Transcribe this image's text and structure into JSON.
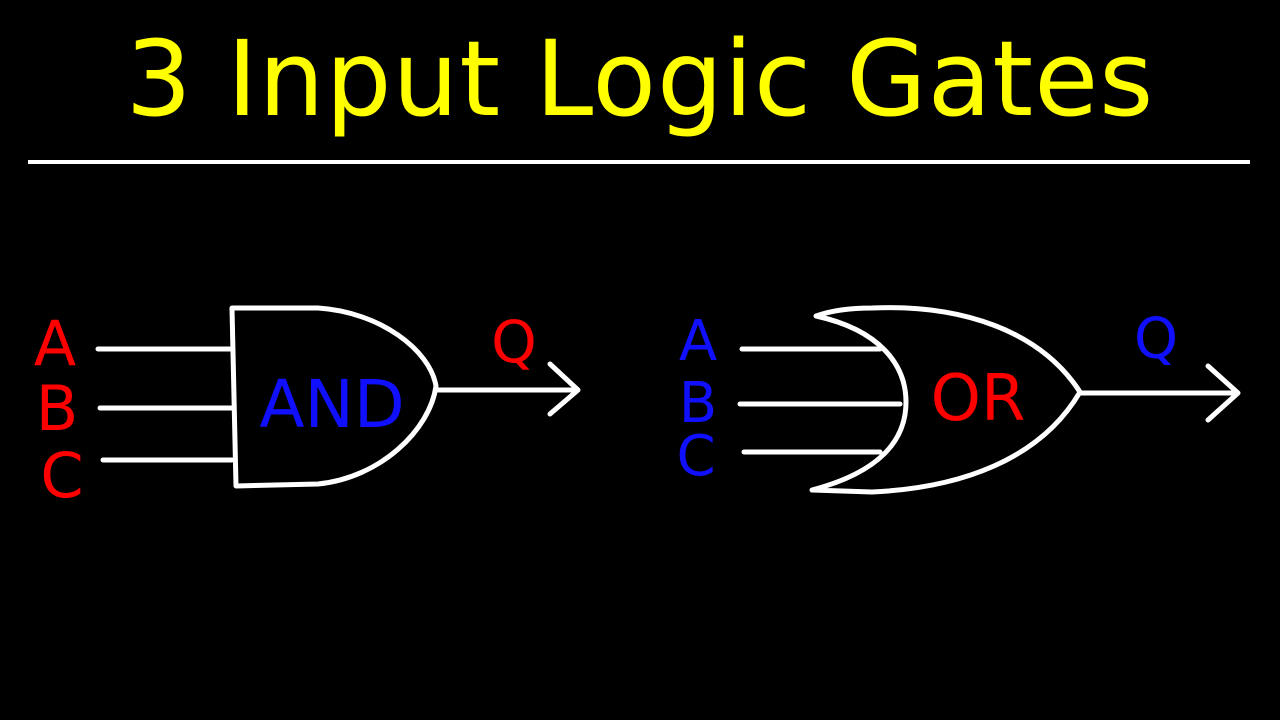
{
  "title": "3 Input Logic Gates",
  "colors": {
    "background": "#000000",
    "title": "#ffff00",
    "line": "#ffffff",
    "red": "#ff0000",
    "blue": "#1010ff"
  },
  "and_gate": {
    "label": "AND",
    "inputs": [
      "A",
      "B",
      "C"
    ],
    "output": "Q",
    "label_color": "#1010ff",
    "input_color": "#ff0000",
    "output_color": "#ff0000"
  },
  "or_gate": {
    "label": "OR",
    "inputs": [
      "A",
      "B",
      "C"
    ],
    "output": "Q",
    "label_color": "#ff0000",
    "input_color": "#1010ff",
    "output_color": "#1010ff"
  }
}
